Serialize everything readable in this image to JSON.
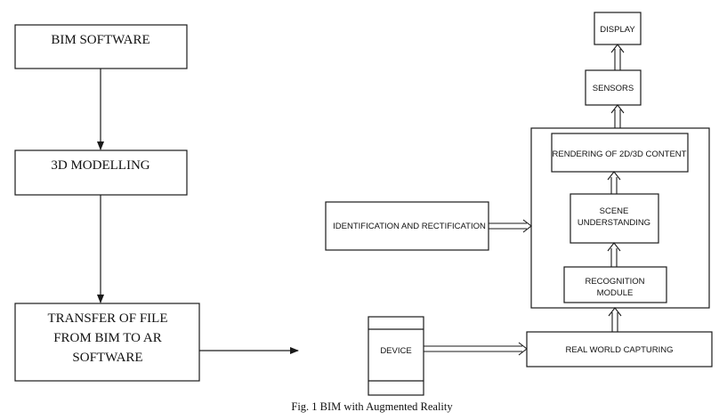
{
  "left_flow": {
    "bim_software": "BIM SOFTWARE",
    "modelling": "3D MODELLING",
    "transfer": [
      "TRANSFER OF FILE",
      "FROM BIM TO AR",
      "SOFTWARE"
    ]
  },
  "right_flow": {
    "display": "DISPLAY",
    "sensors": "SENSORS",
    "rendering": "RENDERING OF 2D/3D CONTENT",
    "scene": [
      "SCENE",
      "UNDERSTANDING"
    ],
    "recognition": [
      "RECOGNITION",
      "MODULE"
    ],
    "identification": "IDENTIFICATION AND RECTIFICATION",
    "device": "DEVICE",
    "real_world": "REAL WORLD CAPTURING"
  },
  "caption": "Fig. 1 BIM with Augmented Reality"
}
